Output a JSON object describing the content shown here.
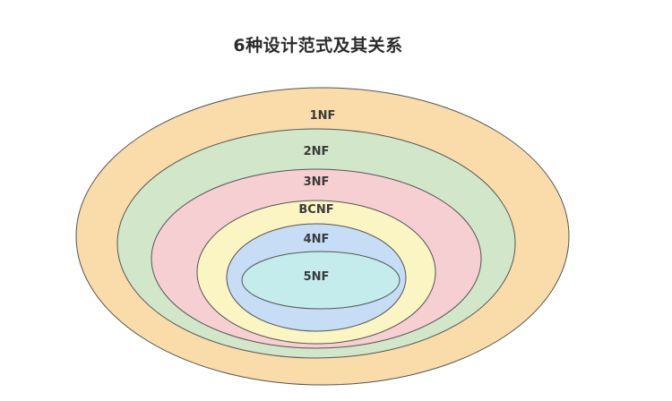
{
  "title": "6种设计范式及其关系",
  "levels": [
    {
      "label": "1NF",
      "color": "#f9dcaa"
    },
    {
      "label": "2NF",
      "color": "#d2e6c9"
    },
    {
      "label": "3NF",
      "color": "#f6cfd3"
    },
    {
      "label": "BCNF",
      "color": "#fbf4c3"
    },
    {
      "label": "4NF",
      "color": "#c6ddf5"
    },
    {
      "label": "5NF",
      "color": "#c4ecec"
    }
  ],
  "outline_color": "#555555"
}
